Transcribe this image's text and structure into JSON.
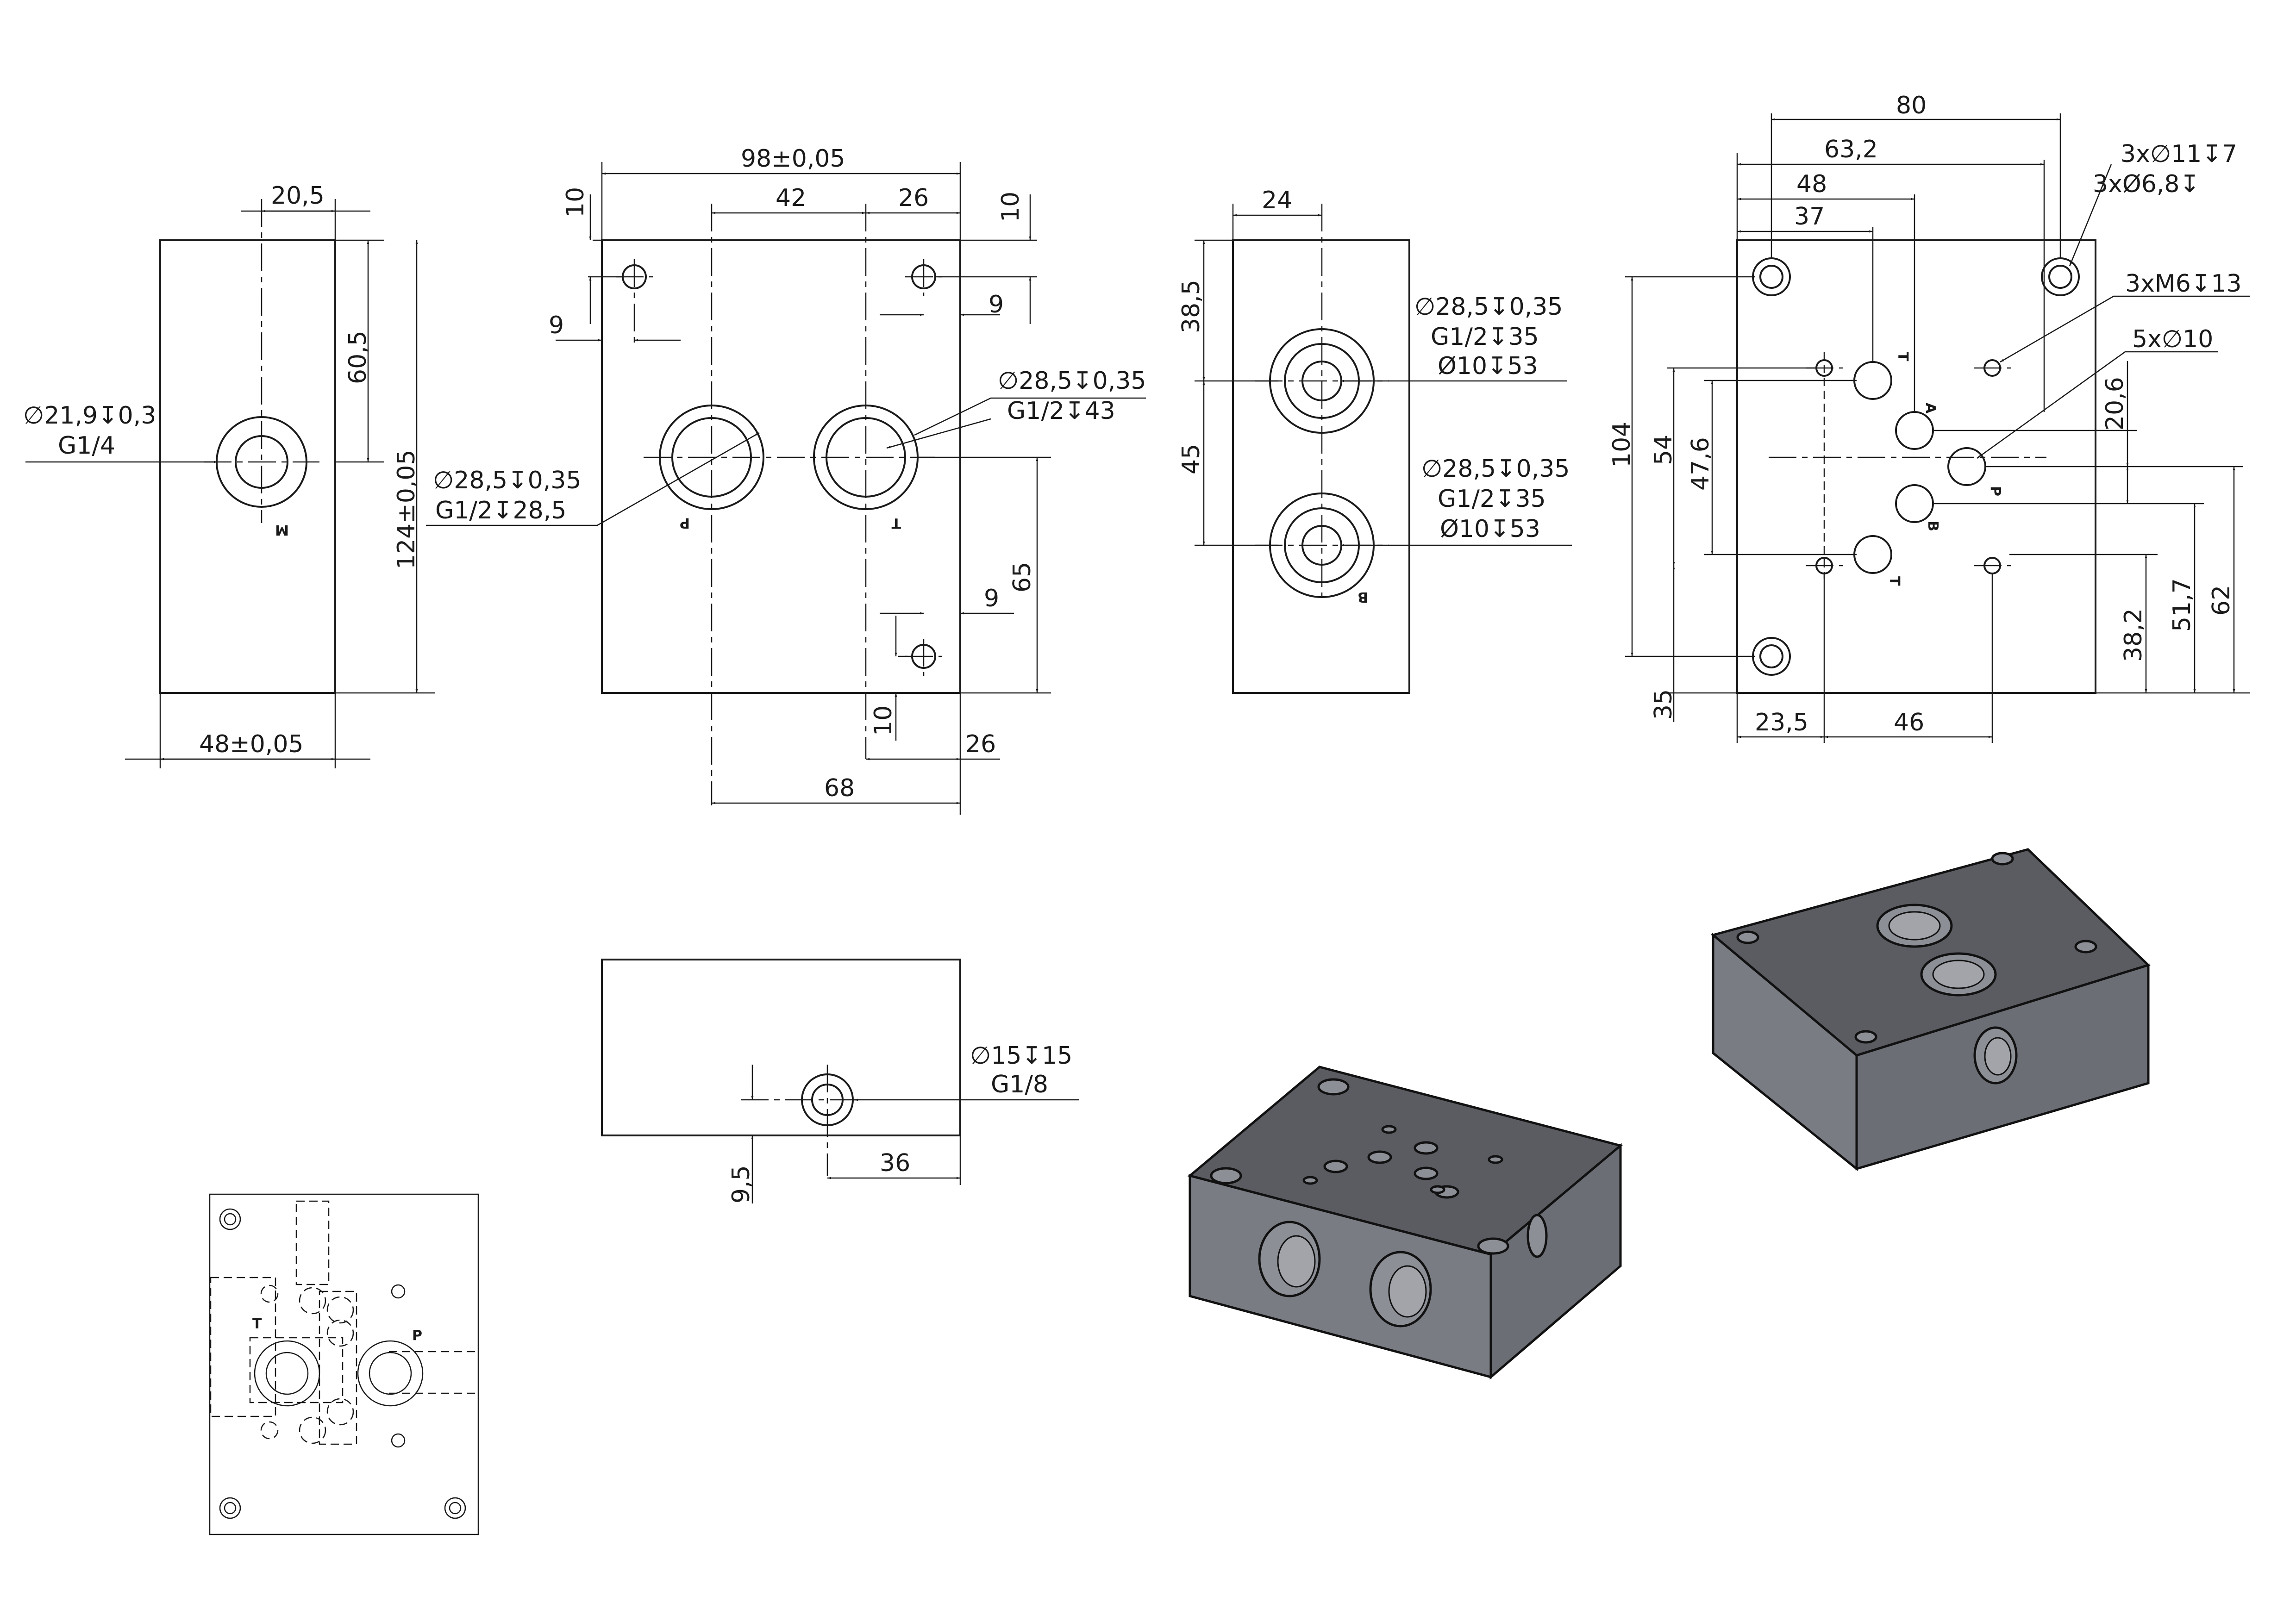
{
  "dimensions": {
    "v1_top": "20,5",
    "v1_height": "60,5",
    "v1_total_height": "124±0,05",
    "v1_width": "48±0,05",
    "v1_port_callout_1": "∅21,9↧0,3",
    "v1_port_callout_2": "G1/4",
    "v2_width": "98±0,05",
    "v2_42": "42",
    "v2_26_top": "26",
    "v2_10_left": "10",
    "v2_10_right": "10",
    "v2_9_left": "9",
    "v2_9_right": "9",
    "v2_9_lower": "9",
    "v2_65": "65",
    "v2_10_lower": "10",
    "v2_26_bottom": "26",
    "v2_68": "68",
    "v2_t_callout_1": "∅28,5↧0,35",
    "v2_t_callout_2": "G1/2↧43",
    "v2_p_callout_1": "∅28,5↧0,35",
    "v2_p_callout_2": "G1/2↧28,5",
    "v3_24": "24",
    "v3_38_5": "38,5",
    "v3_45": "45",
    "v3_a_callout_1": "∅28,5↧0,35",
    "v3_a_callout_2": "G1/2↧35",
    "v3_a_callout_3": "Ø10↧53",
    "v3_b_callout_1": "∅28,5↧0,35",
    "v3_b_callout_2": "G1/2↧35",
    "v3_b_callout_3": "Ø10↧53",
    "v4_80": "80",
    "v4_63_2": "63,2",
    "v4_48": "48",
    "v4_37": "37",
    "v4_104": "104",
    "v4_54": "54",
    "v4_47_6": "47,6",
    "v4_35": "35",
    "v4_23_5": "23,5",
    "v4_46": "46",
    "v4_20_6": "20,6",
    "v4_38_2": "38,2",
    "v4_51_7": "51,7",
    "v4_62": "62",
    "v4_callout_1": "3x∅11↧7",
    "v4_callout_2": "3xØ6,8↧",
    "v4_callout_3": "3xM6↧13",
    "v4_callout_4": "5x∅10",
    "v5_callout_1": "∅15↧15",
    "v5_callout_2": "G1/8",
    "v5_9_5": "9,5",
    "v5_36": "36"
  },
  "port_labels": {
    "m": "M",
    "p": "P",
    "t": "T",
    "a": "A",
    "b": "B"
  }
}
